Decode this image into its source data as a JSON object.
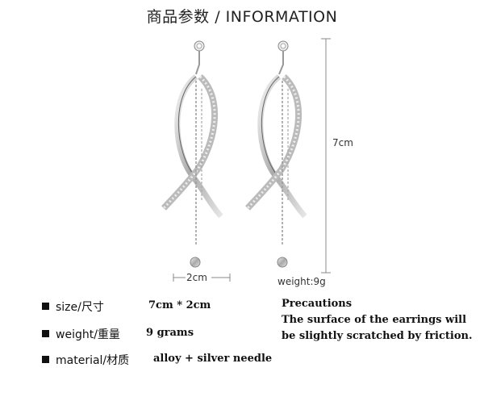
{
  "title": "商品参数 / INFORMATION",
  "dimensions": {
    "height": "7cm",
    "width": "2cm",
    "weight": "weight:9g"
  },
  "specs": [
    {
      "label": "size/尺寸",
      "value": "7cm * 2cm"
    },
    {
      "label": "weight/重量",
      "value": "9 grams"
    },
    {
      "label": "material/材质",
      "value": "alloy + silver needle"
    }
  ],
  "precautions": {
    "heading": "Precautions",
    "lines": [
      "The surface of the earrings will",
      "be slightly scratched by friction."
    ]
  },
  "colors": {
    "metal": "#c8c8c8",
    "text": "#111111"
  },
  "icons": [
    "bullet-square-icon"
  ]
}
